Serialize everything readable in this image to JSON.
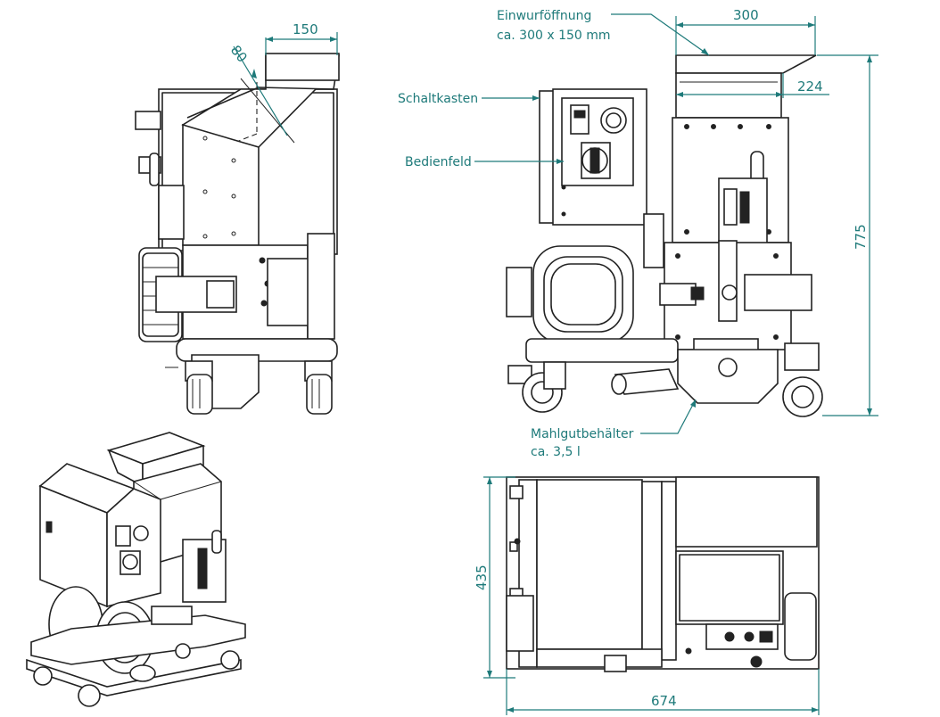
{
  "dimensions": {
    "side_hopper_width": "150",
    "side_hopper_angle_dim": "80",
    "front_hopper_width": "300",
    "front_hopper_inner": "224",
    "height": "775",
    "top_depth": "435",
    "top_width": "674"
  },
  "labels": {
    "einwurf_line1": "Einwurföffnung",
    "einwurf_line2": "ca. 300 x 150 mm",
    "schaltkasten": "Schaltkasten",
    "bedienfeld": "Bedienfeld",
    "mahlgut_line1": "Mahlgutbehälter",
    "mahlgut_line2": "ca. 3,5 l"
  },
  "colors": {
    "annotation": "#1e7a7a",
    "drawing": "#222222",
    "background": "#ffffff"
  }
}
